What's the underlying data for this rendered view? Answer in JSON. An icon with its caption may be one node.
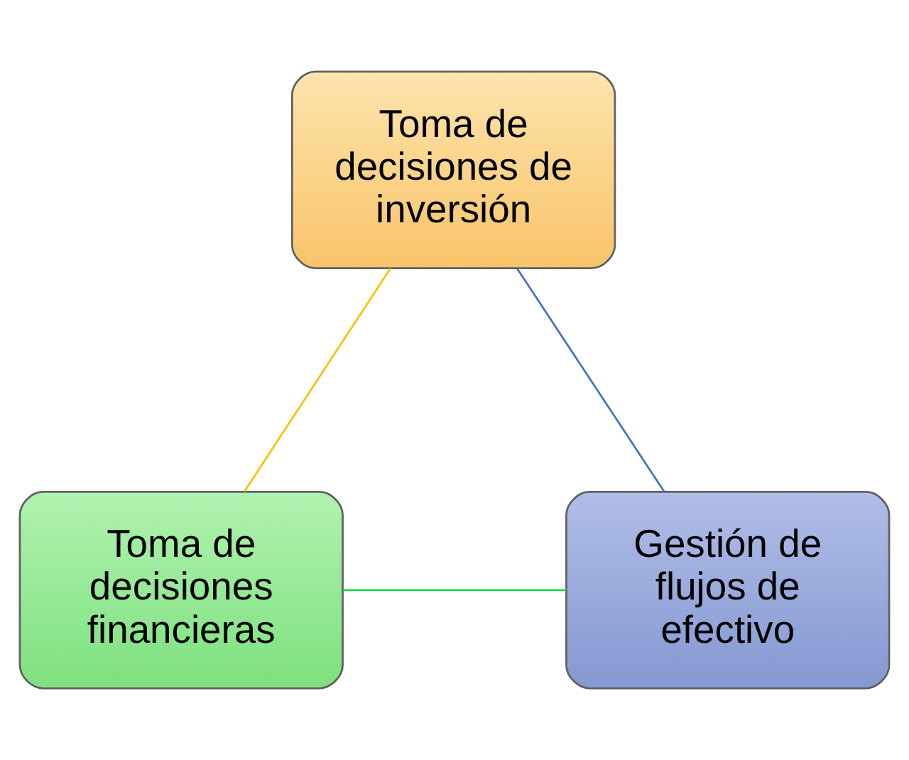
{
  "diagram": {
    "nodes": [
      {
        "text": [
          "Toma de decisiones de inversión"
        ]
      },
      {
        "text": [
          "Gestión de flujos de efectivo"
        ]
      },
      {
        "text": [
          "Toma de decisiones financieras"
        ]
      }
    ],
    "edges": [
      {
        "from": 0,
        "to": 2,
        "arrow": "none",
        "color": "#ffc000"
      },
      {
        "from": 2,
        "to": 1,
        "arrow": "none",
        "color": "#00e040"
      },
      {
        "from": 1,
        "to": 0,
        "arrow": "none",
        "color": "#4472c4"
      }
    ]
  }
}
